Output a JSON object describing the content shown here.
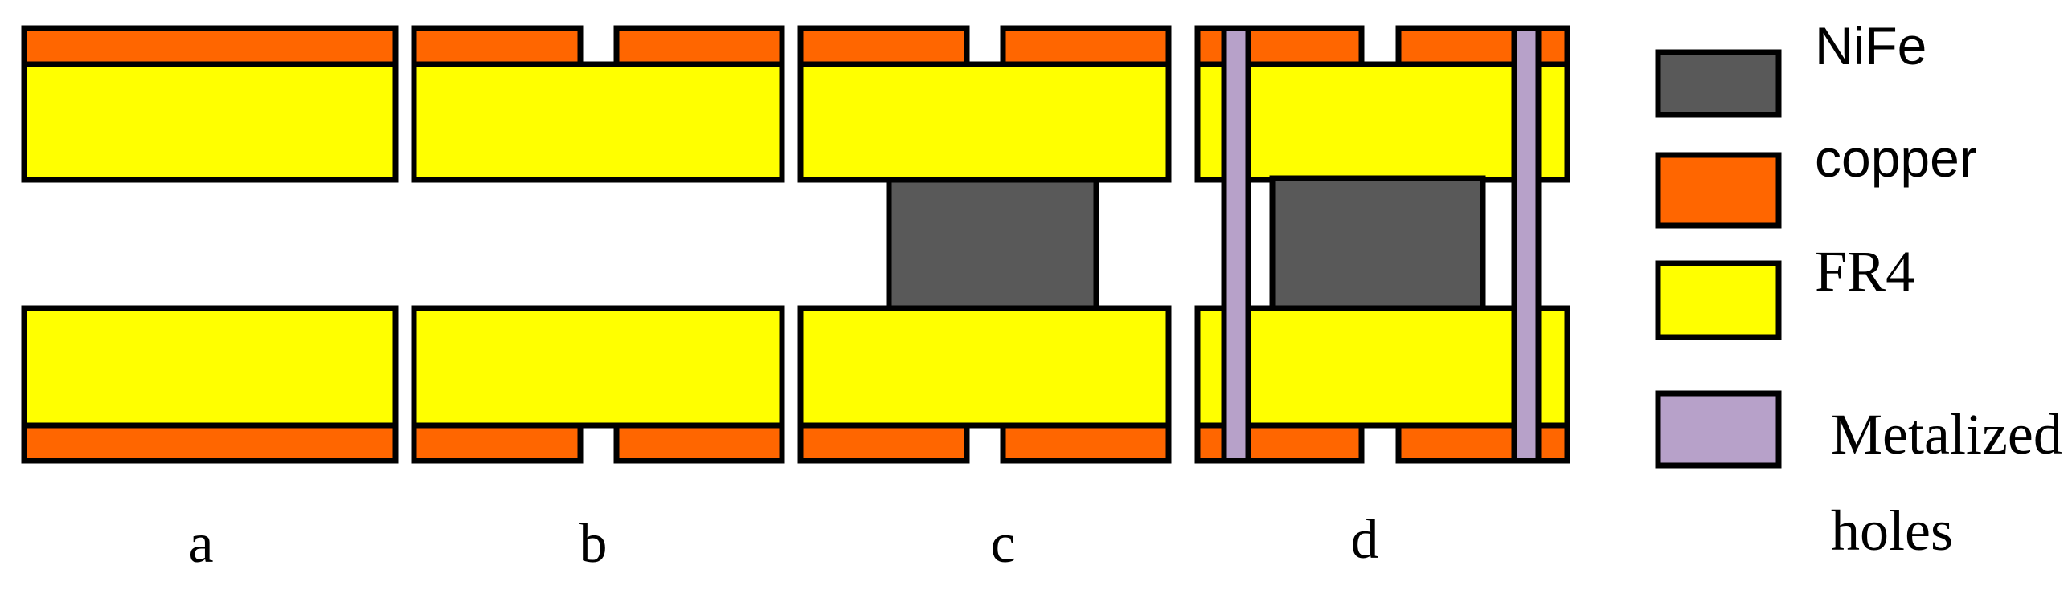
{
  "colors": {
    "copper": "#FF6600",
    "fr4": "#FFFF00",
    "nife": "#595959",
    "metalized": "#B7A1C9",
    "outline": "#000000"
  },
  "panels": [
    {
      "id": "a",
      "label": "a"
    },
    {
      "id": "b",
      "label": "b"
    },
    {
      "id": "c",
      "label": "c"
    },
    {
      "id": "d",
      "label": "d"
    }
  ],
  "legend": {
    "nife": "NiFe",
    "copper": "copper",
    "fr4": "FR4",
    "metalized_line1": "Metalized",
    "metalized_line2": "holes"
  }
}
